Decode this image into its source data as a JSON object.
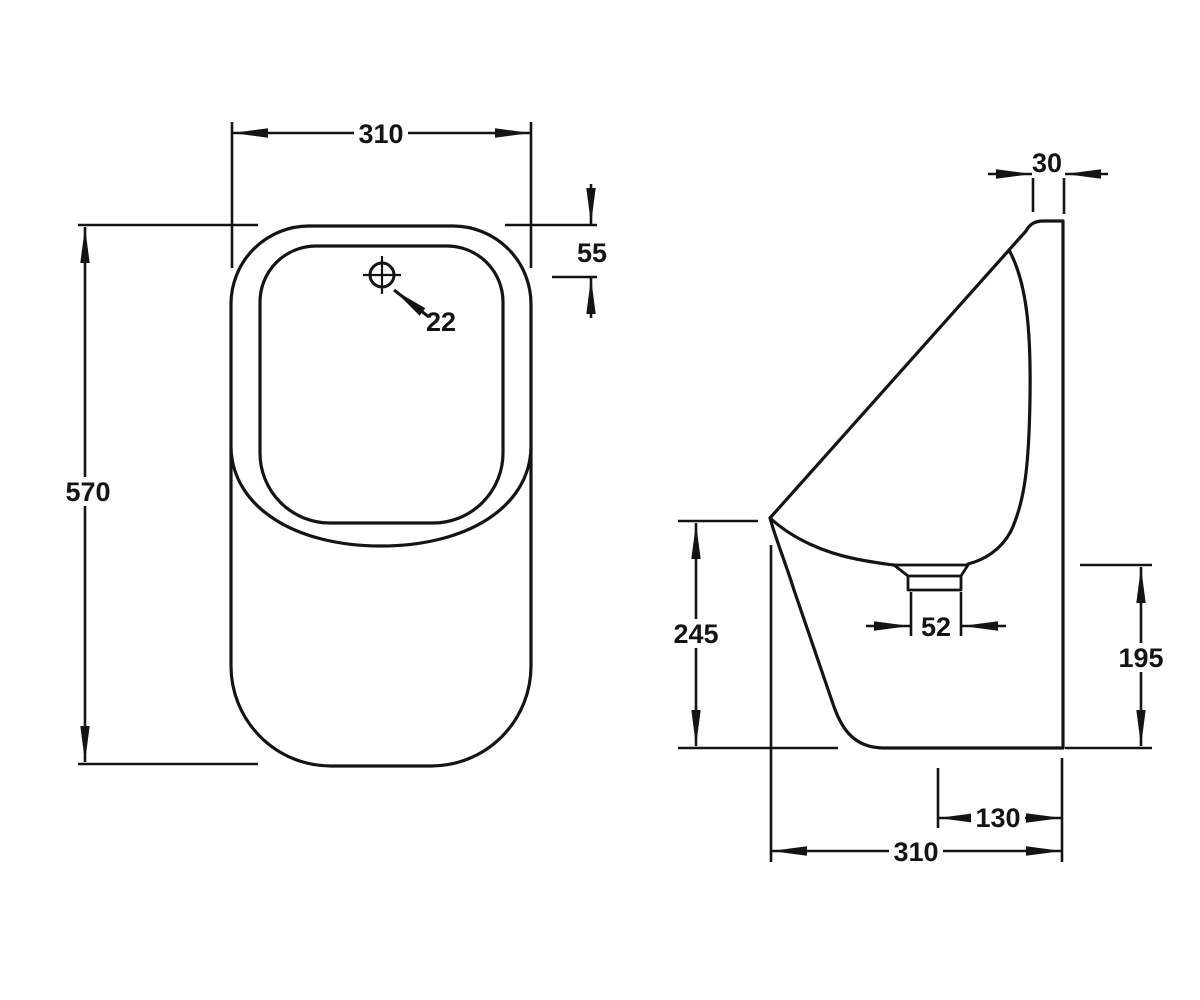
{
  "drawing": {
    "background_color": "#ffffff",
    "line_color": "#141414",
    "front_view": {
      "width_mm": "310",
      "height_mm": "570",
      "inlet_hole_offset_from_top_mm": "55",
      "inlet_hole_diameter_mm": "22"
    },
    "side_view": {
      "wall_flange_depth_mm": "30",
      "front_lip_to_base_mm": "245",
      "outlet_to_base_mm": "195",
      "outlet_width_mm": "52",
      "outlet_center_from_wall_mm": "130",
      "depth_mm": "310"
    }
  }
}
